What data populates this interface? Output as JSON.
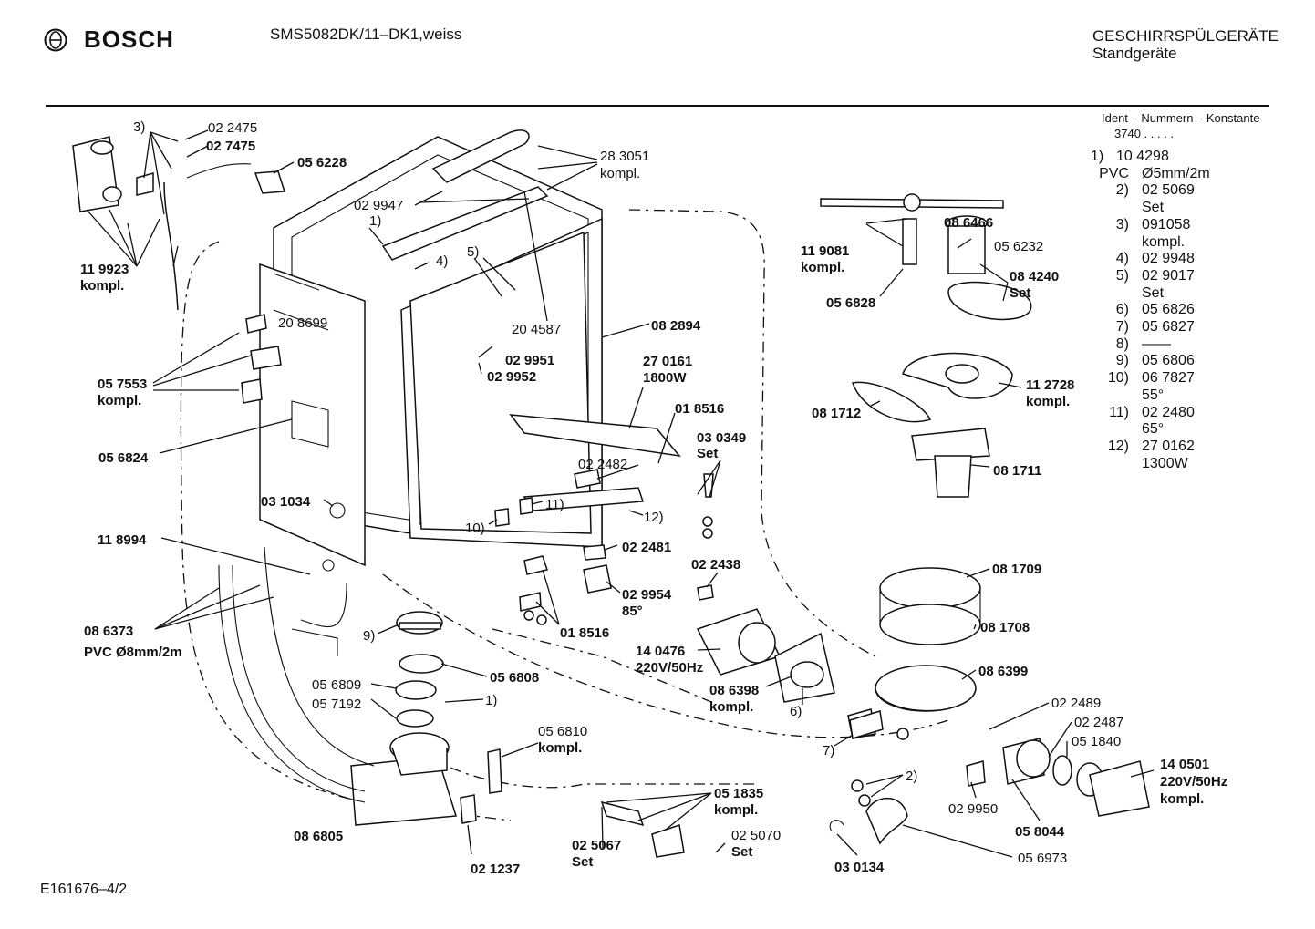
{
  "header": {
    "brand": "BOSCH",
    "model": "SMS5082DK/11–DK1,weiss",
    "category_line1": "GESCHIRRSPÜLGERÄTE",
    "category_line2": "Standgeräte"
  },
  "ident": {
    "title": "Ident – Nummern – Konstante",
    "value": "3740  .  .  .  .  ."
  },
  "legend": [
    {
      "key": "1)",
      "lines": [
        "10 4298"
      ]
    },
    {
      "key": "PVC",
      "lines": [
        "Ø5mm/2m"
      ]
    },
    {
      "key": "2)",
      "lines": [
        "02 5069",
        "Set"
      ]
    },
    {
      "key": "3)",
      "lines": [
        "091058",
        "kompl."
      ]
    },
    {
      "key": "4)",
      "lines": [
        "02 9948"
      ]
    },
    {
      "key": "5)",
      "lines": [
        "02 9017",
        "Set"
      ]
    },
    {
      "key": "6)",
      "lines": [
        "05 6826"
      ]
    },
    {
      "key": "7)",
      "lines": [
        "05 6827"
      ]
    },
    {
      "key": "8)",
      "lines": [
        "——"
      ]
    },
    {
      "key": "9)",
      "lines": [
        "05 6806"
      ]
    },
    {
      "key": "10)",
      "lines": [
        "06 7827",
        "55°"
      ]
    },
    {
      "key": "11)",
      "lines_parts": [
        "02 2",
        "48",
        "0"
      ],
      "lines": [
        "65°"
      ]
    },
    {
      "key": "12)",
      "lines": [
        "27 0162",
        "1300W"
      ]
    }
  ],
  "labels": {
    "l_3": "3)",
    "l_022475": "02 2475",
    "l_027475": "02 7475",
    "l_056228": "05 6228",
    "l_283051": "28 3051",
    "l_283051b": "kompl.",
    "l_029947": "02 9947",
    "l_1": "1)",
    "l_4": "4)",
    "l_5": "5)",
    "l_119923": "11 9923",
    "l_119923b": "kompl.",
    "l_208699": "20 8699",
    "l_204587": "20 4587",
    "l_082894": "08 2894",
    "l_029951": "02 9951",
    "l_029952": "02 9952",
    "l_270161": "27 0161",
    "l_270161b": "1800W",
    "l_057553": "05 7553",
    "l_057553b": "kompl.",
    "l_018516a": "01 8516",
    "l_030349": "03 0349",
    "l_030349b": "Set",
    "l_056824": "05 6824",
    "l_022482": "02 2482",
    "l_031034": "03 1034",
    "l_11": "11)",
    "l_12": "12)",
    "l_10": "10)",
    "l_118994": "11 8994",
    "l_022481": "02 2481",
    "l_022438": "02 2438",
    "l_029954": "02 9954",
    "l_029954b": "85°",
    "l_018516b": "01 8516",
    "l_086373": "08 6373",
    "l_086373b": "PVC Ø8mm/2m",
    "l_9": "9)",
    "l_140476": "14 0476",
    "l_140476b": "220V/50Hz",
    "l_056809": "05 6809",
    "l_056808": "05 6808",
    "l_057192": "05 7192",
    "l_1b": "1)",
    "l_086398": "08 6398",
    "l_086398b": "kompl.",
    "l_056810": "05 6810",
    "l_056810b": "kompl.",
    "l_6": "6)",
    "l_7": "7)",
    "l_051835": "05 1835",
    "l_051835b": "kompl.",
    "l_086805": "08 6805",
    "l_025067": "02 5067",
    "l_025067b": "Set",
    "l_025070": "02 5070",
    "l_025070b": "Set",
    "l_021237": "02 1237",
    "l_086466": "08 6466",
    "l_119081": "11 9081",
    "l_119081b": "kompl.",
    "l_056232": "05 6232",
    "l_084240": "08 4240",
    "l_084240b": "Set",
    "l_056828": "05 6828",
    "l_112728": "11 2728",
    "l_112728b": "kompl.",
    "l_081712": "08 1712",
    "l_081711": "08 1711",
    "l_081709": "08 1709",
    "l_081708": "08 1708",
    "l_086399": "08 6399",
    "l_022489": "02 2489",
    "l_022487": "02 2487",
    "l_051840": "05 1840",
    "l_140501": "14 0501",
    "l_140501b": "220V/50Hz",
    "l_140501c": "kompl.",
    "l_2": "2)",
    "l_029950": "02 9950",
    "l_058044": "05 8044",
    "l_056973": "05 6973",
    "l_030134": "03 0134"
  },
  "footer": "E161676–4/2"
}
